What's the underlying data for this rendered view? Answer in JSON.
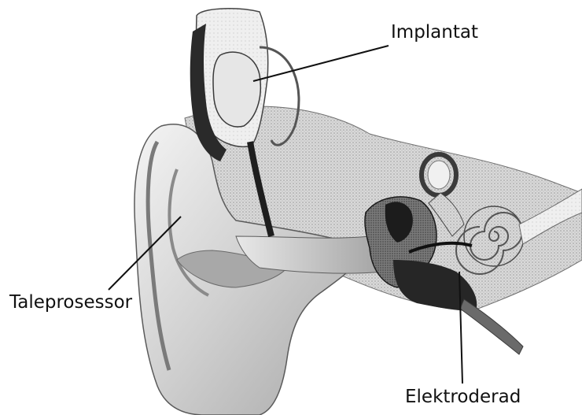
{
  "labels": {
    "implantat": "Implantat",
    "taleprosessor": "Taleprosessor",
    "elektroderad": "Elektroderad"
  },
  "colors": {
    "ink": "#111111",
    "skin_light": "#f2f2f2",
    "skin_mid": "#c8c8c8",
    "skin_shadow": "#8c8c8c",
    "dark": "#222222"
  }
}
